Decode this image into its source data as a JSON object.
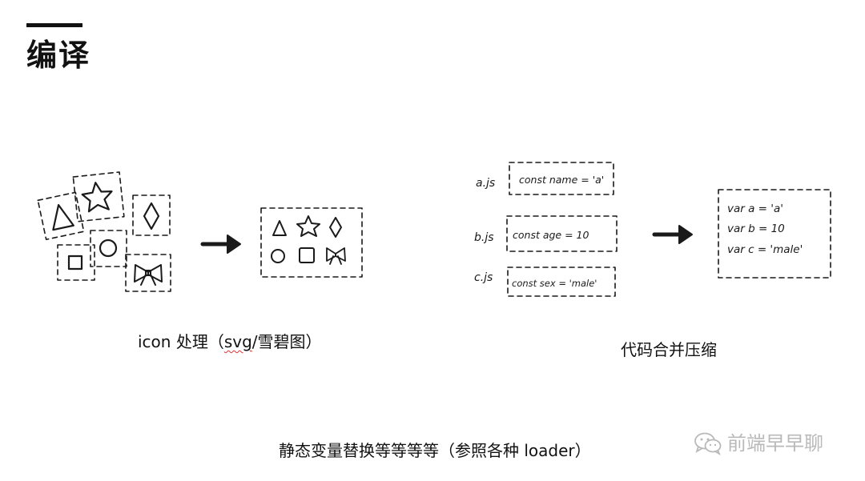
{
  "title": "编译",
  "captions": {
    "icon_prefix": "icon 处理（",
    "icon_svg": "svg",
    "icon_suffix": "/雪碧图）",
    "code": "代码合并压缩",
    "static": "静态变量替换等等等等（参照各种 loader）"
  },
  "files": [
    {
      "name": "a.js",
      "code": "const name = 'a'"
    },
    {
      "name": "b.js",
      "code": "const age = 10"
    },
    {
      "name": "c.js",
      "code": "const sex = 'male'"
    }
  ],
  "merged": [
    "var  a = 'a'",
    "var  b = 10",
    "var  c = 'male'"
  ],
  "watermark": {
    "text": "前端早早聊",
    "icon": "wechat-icon"
  },
  "colors": {
    "ink": "#111111",
    "watermark": "#b9b9b9",
    "spellcheck": "#dd3333"
  }
}
